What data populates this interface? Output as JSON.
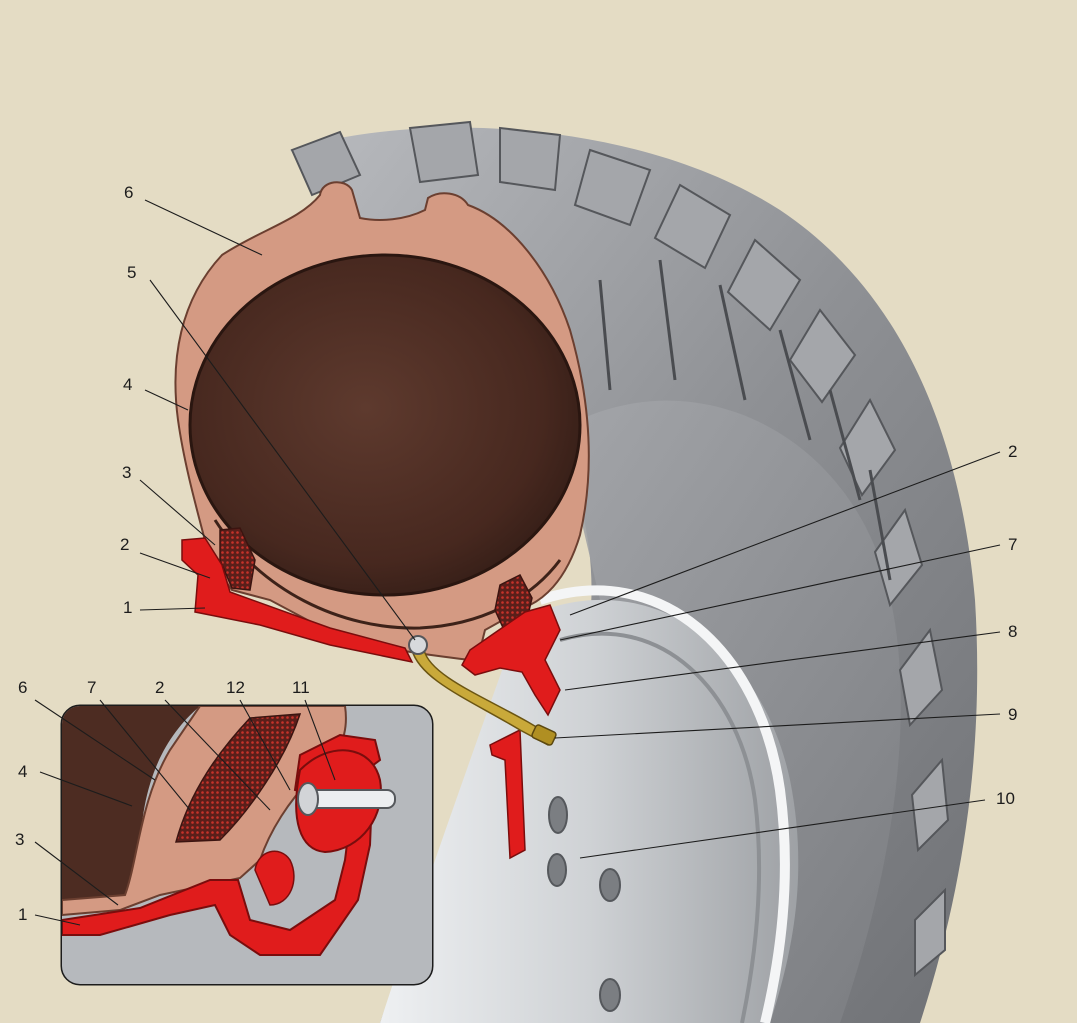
{
  "colors": {
    "background": "#e4dcc4",
    "tread": "#8e9094",
    "tread_highlight": "#c9cbcf",
    "rubber_section": "#d49a83",
    "tube_interior": "#4d2c22",
    "rim_section": "#e01c1c",
    "wheel_disc": "#d9dcdf",
    "valve": "#c9a93a"
  },
  "labels": {
    "main": [
      {
        "id": "6",
        "text": "6"
      },
      {
        "id": "5",
        "text": "5"
      },
      {
        "id": "4",
        "text": "4"
      },
      {
        "id": "3",
        "text": "3"
      },
      {
        "id": "2",
        "text": "2"
      },
      {
        "id": "1",
        "text": "1"
      },
      {
        "id": "2r",
        "text": "2"
      },
      {
        "id": "7",
        "text": "7"
      },
      {
        "id": "8",
        "text": "8"
      },
      {
        "id": "9",
        "text": "9"
      },
      {
        "id": "10",
        "text": "10"
      }
    ],
    "inset": [
      {
        "id": "6",
        "text": "6"
      },
      {
        "id": "7",
        "text": "7"
      },
      {
        "id": "2",
        "text": "2"
      },
      {
        "id": "12",
        "text": "12"
      },
      {
        "id": "11",
        "text": "11"
      },
      {
        "id": "4",
        "text": "4"
      },
      {
        "id": "3",
        "text": "3"
      },
      {
        "id": "1",
        "text": "1"
      }
    ]
  }
}
